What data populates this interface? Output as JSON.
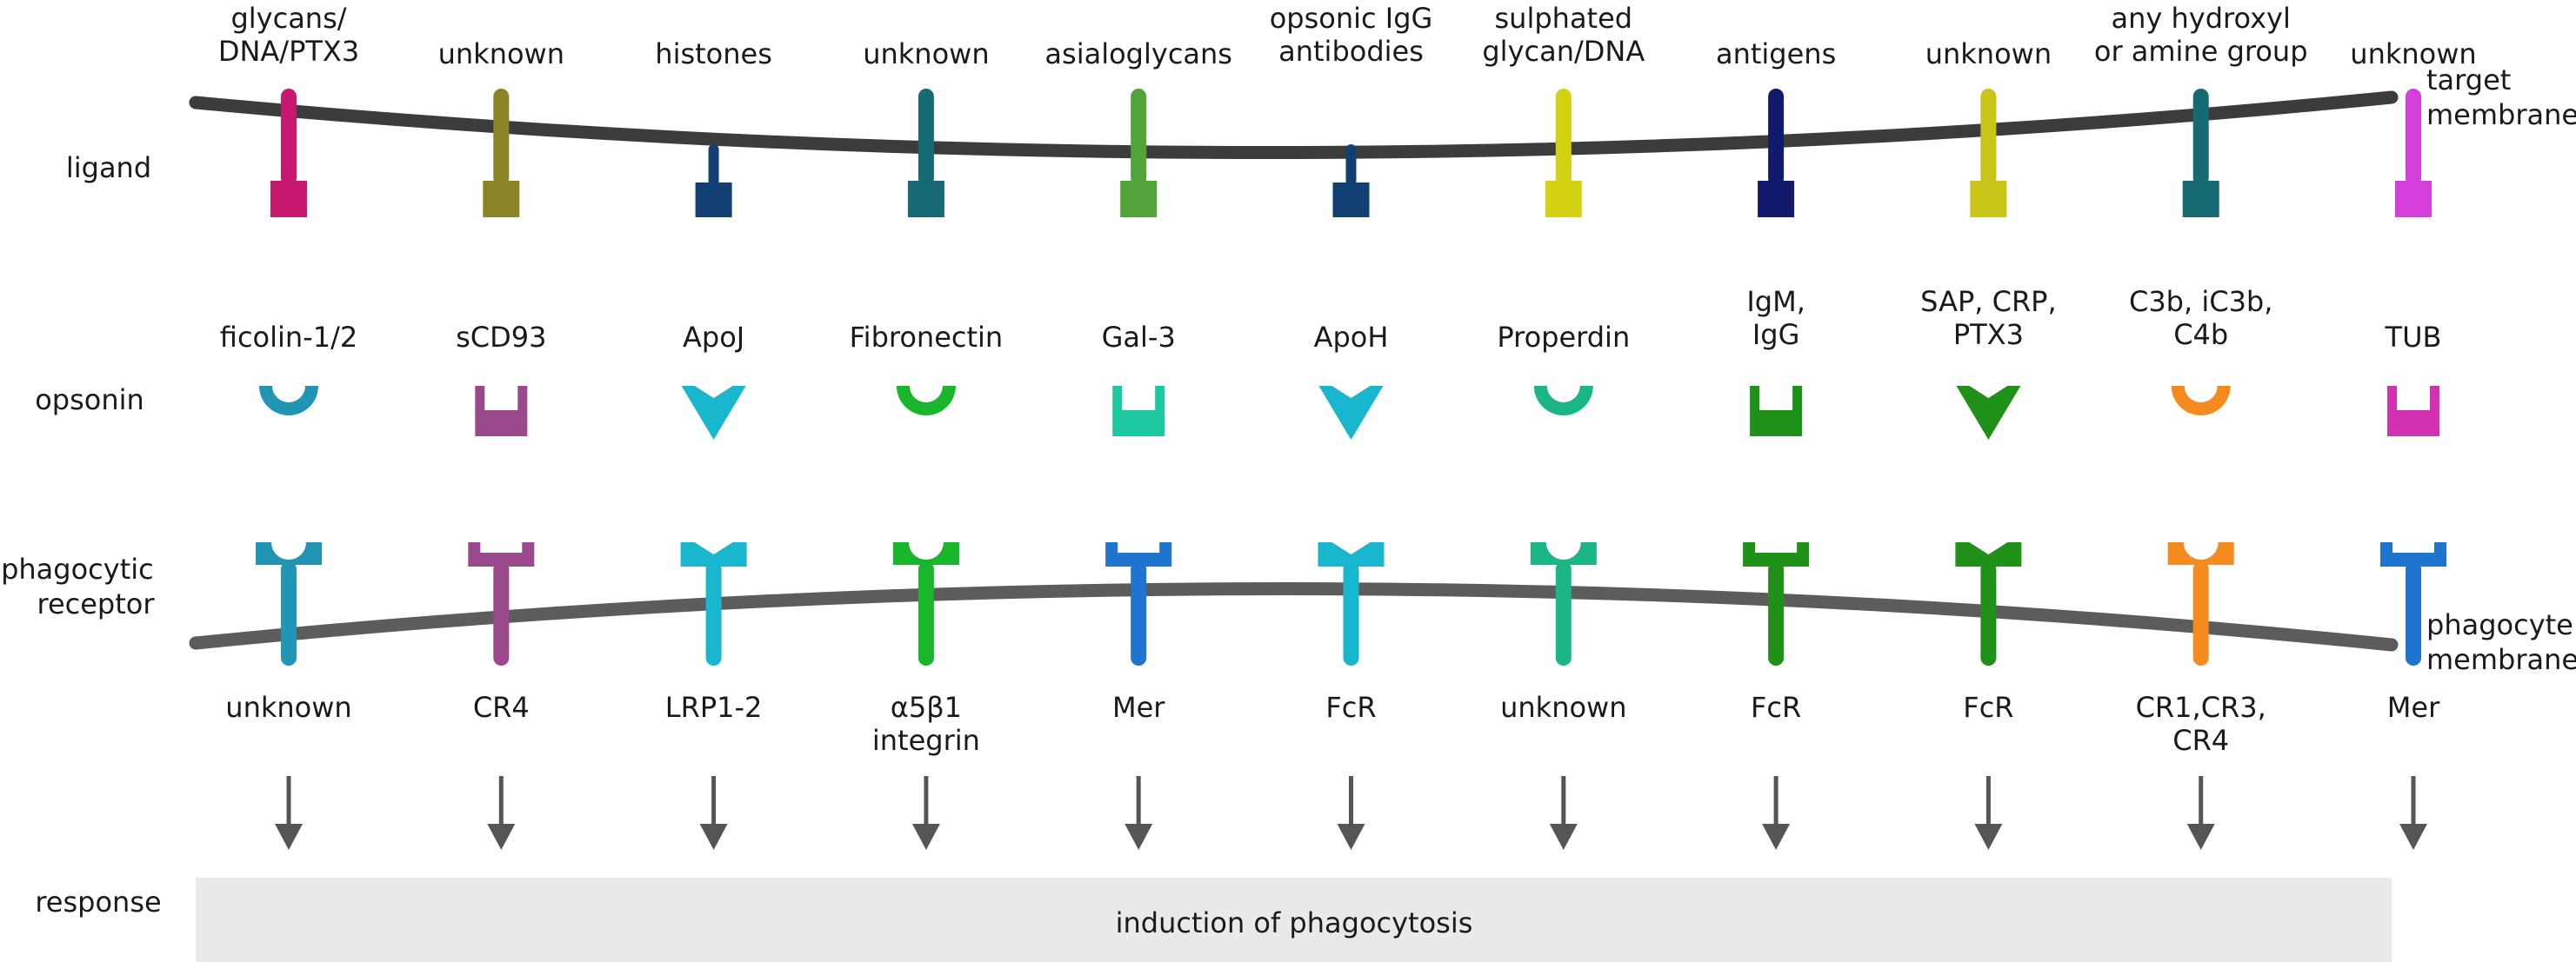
{
  "row_labels": {
    "ligand": "ligand",
    "opsonin": "opsonin",
    "receptor": [
      "phagocytic",
      "receptor"
    ],
    "response": "response"
  },
  "membranes": {
    "target": [
      "target",
      "membrane"
    ],
    "phagocyte": [
      "phagocyte",
      "membrane"
    ]
  },
  "response_text": "induction of phagocytosis",
  "columns": [
    {
      "ligand": [
        "glycans/",
        "DNA/PTX3"
      ],
      "ligand_color": "#c8186e",
      "ligand_shape": "long",
      "opsonin": [
        "ficolin-1/2"
      ],
      "opsonin_color": "#2295b5",
      "opsonin_shape": "cup",
      "receptor": [
        "unknown"
      ],
      "receptor_color": "#2295b5",
      "receptor_shape": "round"
    },
    {
      "ligand": [
        "unknown"
      ],
      "ligand_color": "#8a8426",
      "ligand_shape": "long",
      "opsonin": [
        "sCD93"
      ],
      "opsonin_color": "#9a4a8c",
      "opsonin_shape": "u",
      "receptor": [
        "CR4"
      ],
      "receptor_color": "#9a4a8c",
      "receptor_shape": "square"
    },
    {
      "ligand": [
        "histones"
      ],
      "ligand_color": "#123f72",
      "ligand_shape": "short",
      "opsonin": [
        "ApoJ"
      ],
      "opsonin_color": "#18b6cf",
      "opsonin_shape": "v",
      "receptor": [
        "LRP1-2"
      ],
      "receptor_color": "#18b6cf",
      "receptor_shape": "v"
    },
    {
      "ligand": [
        "unknown"
      ],
      "ligand_color": "#176a73",
      "ligand_shape": "long",
      "opsonin": [
        "Fibronectin"
      ],
      "opsonin_color": "#19b52a",
      "opsonin_shape": "cup",
      "receptor": [
        "α5β1",
        "integrin"
      ],
      "receptor_color": "#19b52a",
      "receptor_shape": "round"
    },
    {
      "ligand": [
        "asialoglycans"
      ],
      "ligand_color": "#52a43a",
      "ligand_shape": "long",
      "opsonin": [
        "Gal-3"
      ],
      "opsonin_color": "#1ec9a2",
      "opsonin_shape": "u",
      "receptor": [
        "Mer"
      ],
      "receptor_color": "#1f74d0",
      "receptor_shape": "square"
    },
    {
      "ligand": [
        "opsonic IgG",
        "antibodies"
      ],
      "ligand_color": "#123f72",
      "ligand_shape": "short",
      "opsonin": [
        "ApoH"
      ],
      "opsonin_color": "#18b6cf",
      "opsonin_shape": "v",
      "receptor": [
        "FcR"
      ],
      "receptor_color": "#18b6cf",
      "receptor_shape": "v"
    },
    {
      "ligand": [
        "sulphated",
        "glycan/DNA"
      ],
      "ligand_color": "#d3d111",
      "ligand_shape": "long",
      "opsonin": [
        "Properdin"
      ],
      "opsonin_color": "#1cb585",
      "opsonin_shape": "cup",
      "receptor": [
        "unknown"
      ],
      "receptor_color": "#1cb585",
      "receptor_shape": "round"
    },
    {
      "ligand": [
        "antigens"
      ],
      "ligand_color": "#121a6e",
      "ligand_shape": "long",
      "opsonin": [
        "IgM,",
        "IgG"
      ],
      "opsonin_color": "#1f9118",
      "opsonin_shape": "u",
      "receptor": [
        "FcR"
      ],
      "receptor_color": "#1f9118",
      "receptor_shape": "square"
    },
    {
      "ligand": [
        "unknown"
      ],
      "ligand_color": "#c9c418",
      "ligand_shape": "long",
      "opsonin": [
        "SAP, CRP,",
        "PTX3"
      ],
      "opsonin_color": "#1f9118",
      "opsonin_shape": "v",
      "receptor": [
        "FcR"
      ],
      "receptor_color": "#1f9118",
      "receptor_shape": "v"
    },
    {
      "ligand": [
        "any hydroxyl",
        "or amine group"
      ],
      "ligand_color": "#176a73",
      "ligand_shape": "long",
      "opsonin": [
        "C3b, iC3b,",
        "C4b"
      ],
      "opsonin_color": "#f58b1f",
      "opsonin_shape": "cup",
      "receptor": [
        "CR1,CR3,",
        "CR4"
      ],
      "receptor_color": "#f58b1f",
      "receptor_shape": "round"
    },
    {
      "ligand": [
        "unknown"
      ],
      "ligand_color": "#d43fdc",
      "ligand_shape": "long",
      "opsonin": [
        "TUB"
      ],
      "opsonin_color": "#d232b2",
      "opsonin_shape": "u",
      "receptor": [
        "Mer"
      ],
      "receptor_color": "#1f74d0",
      "receptor_shape": "square"
    }
  ]
}
